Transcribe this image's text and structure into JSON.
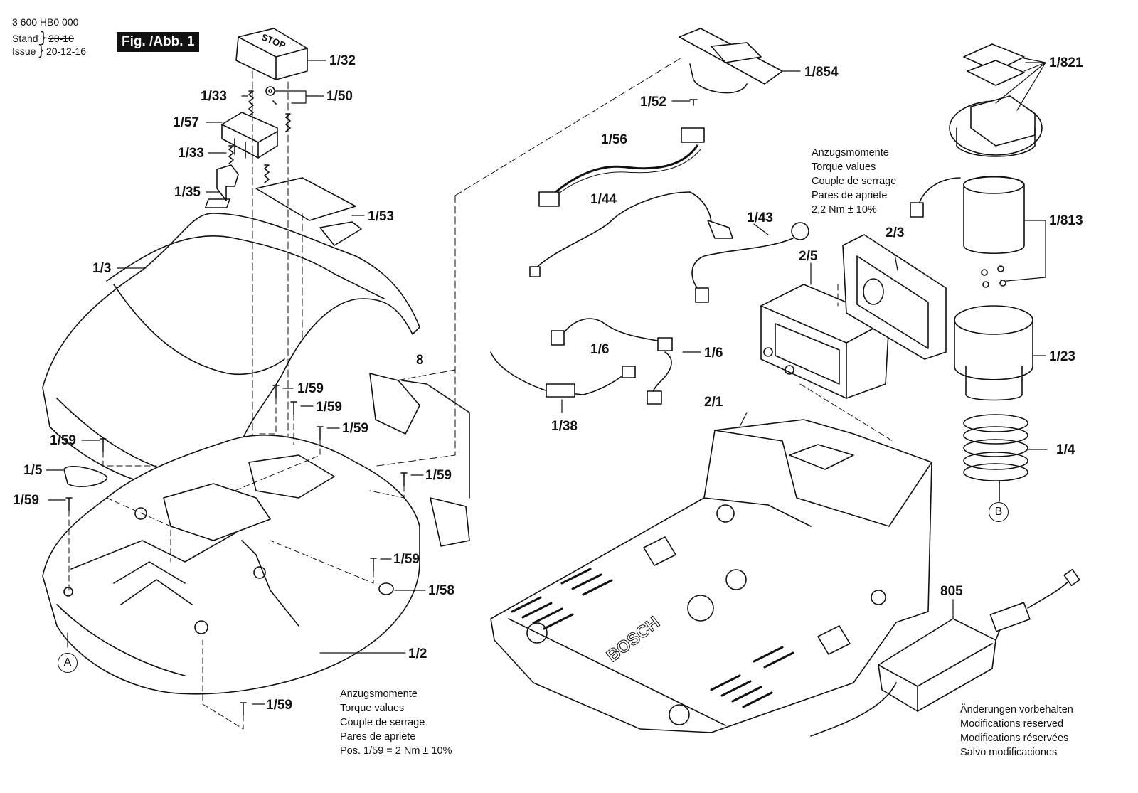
{
  "header": {
    "doc_number": "3 600 HB0 000",
    "stand_label": "Stand",
    "issue_label": "Issue",
    "date_old": "20-10",
    "date_new": "20-12-16",
    "figure_label": "Fig. /Abb. 1"
  },
  "labels": {
    "p1_32": "1/32",
    "p1_33a": "1/33",
    "p1_50": "1/50",
    "p1_57": "1/57",
    "p1_33b": "1/33",
    "p1_35": "1/35",
    "p1_53": "1/53",
    "p1_3": "1/3",
    "p8": "8",
    "p1_59_a": "1/59",
    "p1_59_b": "1/59",
    "p1_59_c": "1/59",
    "p1_59_d": "1/59",
    "p1_5": "1/5",
    "p1_59_e": "1/59",
    "p1_59_f": "1/59",
    "p1_59_g": "1/59",
    "p1_58": "1/58",
    "p1_2": "1/2",
    "p1_59_h": "1/59",
    "p1_854": "1/854",
    "p1_52": "1/52",
    "p1_56": "1/56",
    "p1_44": "1/44",
    "p1_43": "1/43",
    "p2_5": "2/5",
    "p2_3": "2/3",
    "p1_6a": "1/6",
    "p1_6b": "1/6",
    "p1_38": "1/38",
    "p2_1": "2/1",
    "p1_821": "1/821",
    "p1_813": "1/813",
    "p1_23": "1/23",
    "p1_4": "1/4",
    "p805": "805"
  },
  "callouts": {
    "a": "A",
    "b": "B"
  },
  "brand_text": "BOSCH",
  "stop_text": "STOP",
  "torque_note_top": [
    "Anzugsmomente",
    "Torque values",
    "Couple de serrage",
    "Pares de apriete",
    "2,2 Nm  ± 10%"
  ],
  "torque_note_bottom": [
    "Anzugsmomente",
    "Torque values",
    "Couple de serrage",
    "Pares de apriete",
    "Pos.    1/59 = 2 Nm  ± 10%"
  ],
  "modifications_note": [
    "Änderungen vorbehalten",
    "Modifications reserved",
    "Modifications réservées",
    "Salvo modificaciones"
  ]
}
